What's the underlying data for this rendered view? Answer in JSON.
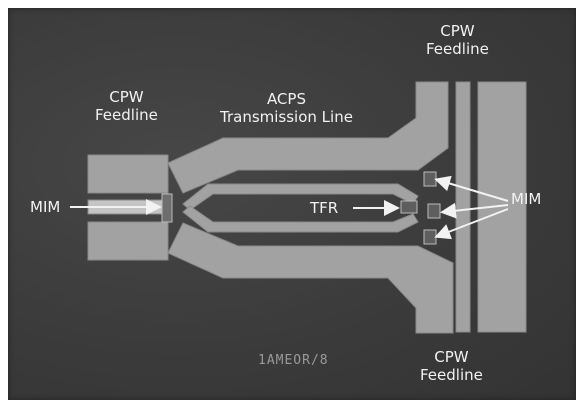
{
  "labels": {
    "cpw_left_line1": "CPW",
    "cpw_left_line2": "Feedline",
    "acps_line1": "ACPS",
    "acps_line2": "Transmission Line",
    "cpw_top_line1": "CPW",
    "cpw_top_line2": "Feedline",
    "cpw_bottom_line1": "CPW",
    "cpw_bottom_line2": "Feedline",
    "mim_left": "MIM",
    "mim_right": "MIM",
    "tfr": "TFR",
    "wafer_code": "1AMEOR/8"
  },
  "colors": {
    "background": "#3e3e3e",
    "metal": "#a2a2a2",
    "label": "#f2f2f2",
    "pointer": "#f2f2f2"
  }
}
